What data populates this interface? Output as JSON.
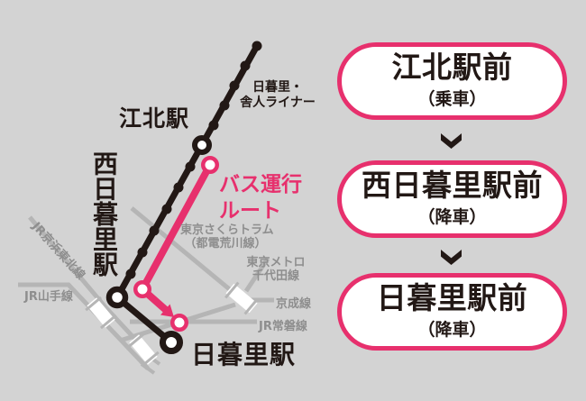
{
  "colors": {
    "accent_pink": "#e7306d",
    "background_gray": "#d3d3d3",
    "rail_gray": "#b5b5b5",
    "rail_label_gray": "#8e8e8e",
    "ink_black": "#221815"
  },
  "map": {
    "toneri_liner": {
      "name_line1": "日暮里・",
      "name_line2": "舎人ライナー"
    },
    "bus_route": {
      "label_line1": "バス運行",
      "label_line2": "ルート"
    },
    "stations": {
      "kohoku": "江北駅",
      "nishi_nippori": "西日暮里駅",
      "nippori": "日暮里駅"
    },
    "rail_lines": {
      "keihin_tohoku": "JR京浜東北線",
      "yamanote": "JR山手線",
      "sakura_tram_line1": "東京さくらトラム",
      "sakura_tram_line2": "（都電荒川線）",
      "chiyoda_line1": "東京メトロ",
      "chiyoda_line2": "千代田線",
      "keisei": "京成線",
      "joban": "JR常磐線"
    }
  },
  "itinerary": {
    "stops": [
      {
        "name": "江北駅前",
        "action": "（乗車）"
      },
      {
        "name": "西日暮里駅前",
        "action": "（降車）"
      },
      {
        "name": "日暮里駅前",
        "action": "（降車）"
      }
    ]
  }
}
